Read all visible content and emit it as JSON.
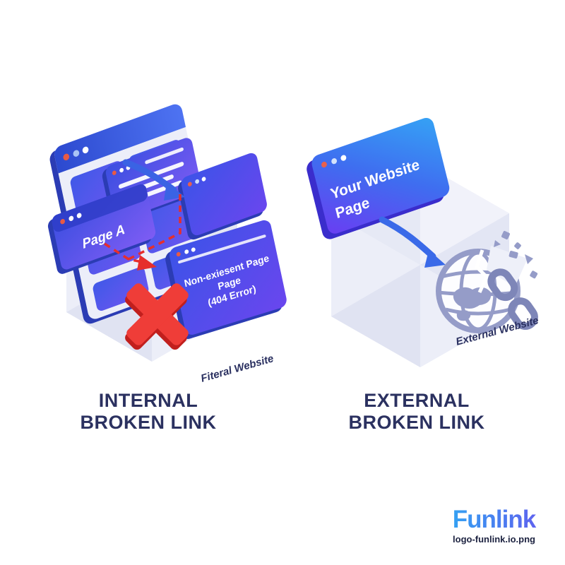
{
  "internal": {
    "title": [
      "INTERNAL",
      "BROKEN LINK"
    ],
    "page_a_label": "Page A",
    "error_card": {
      "line1": "Non-exiesent Page",
      "line2": "Page",
      "line3": "(404 Error)"
    },
    "website_label": "Fiteral Website"
  },
  "external": {
    "title": [
      "EXTERNAL",
      "BROKEN LINK"
    ],
    "card": {
      "line1": "Your Website",
      "line2": "Page"
    },
    "website_label": "External Website"
  },
  "branding": {
    "logo_text": "Funlink",
    "file_label": "logo-funlink.io.png"
  },
  "colors": {
    "title_text": "#2b3160",
    "card_blue_start": "#3a4ee0",
    "card_blue_end": "#7e5cf4",
    "window_header": "#2c49cf",
    "arrow_blue": "#3a63e4",
    "broken_red": "#ee3b36",
    "dashed_red": "#e62e2c",
    "globe_gray": "#959cc8",
    "backdrop_lavender": "#e9ebf7",
    "logo_gradient_start": "#2cb0f4",
    "logo_gradient_end": "#6a56ee"
  }
}
